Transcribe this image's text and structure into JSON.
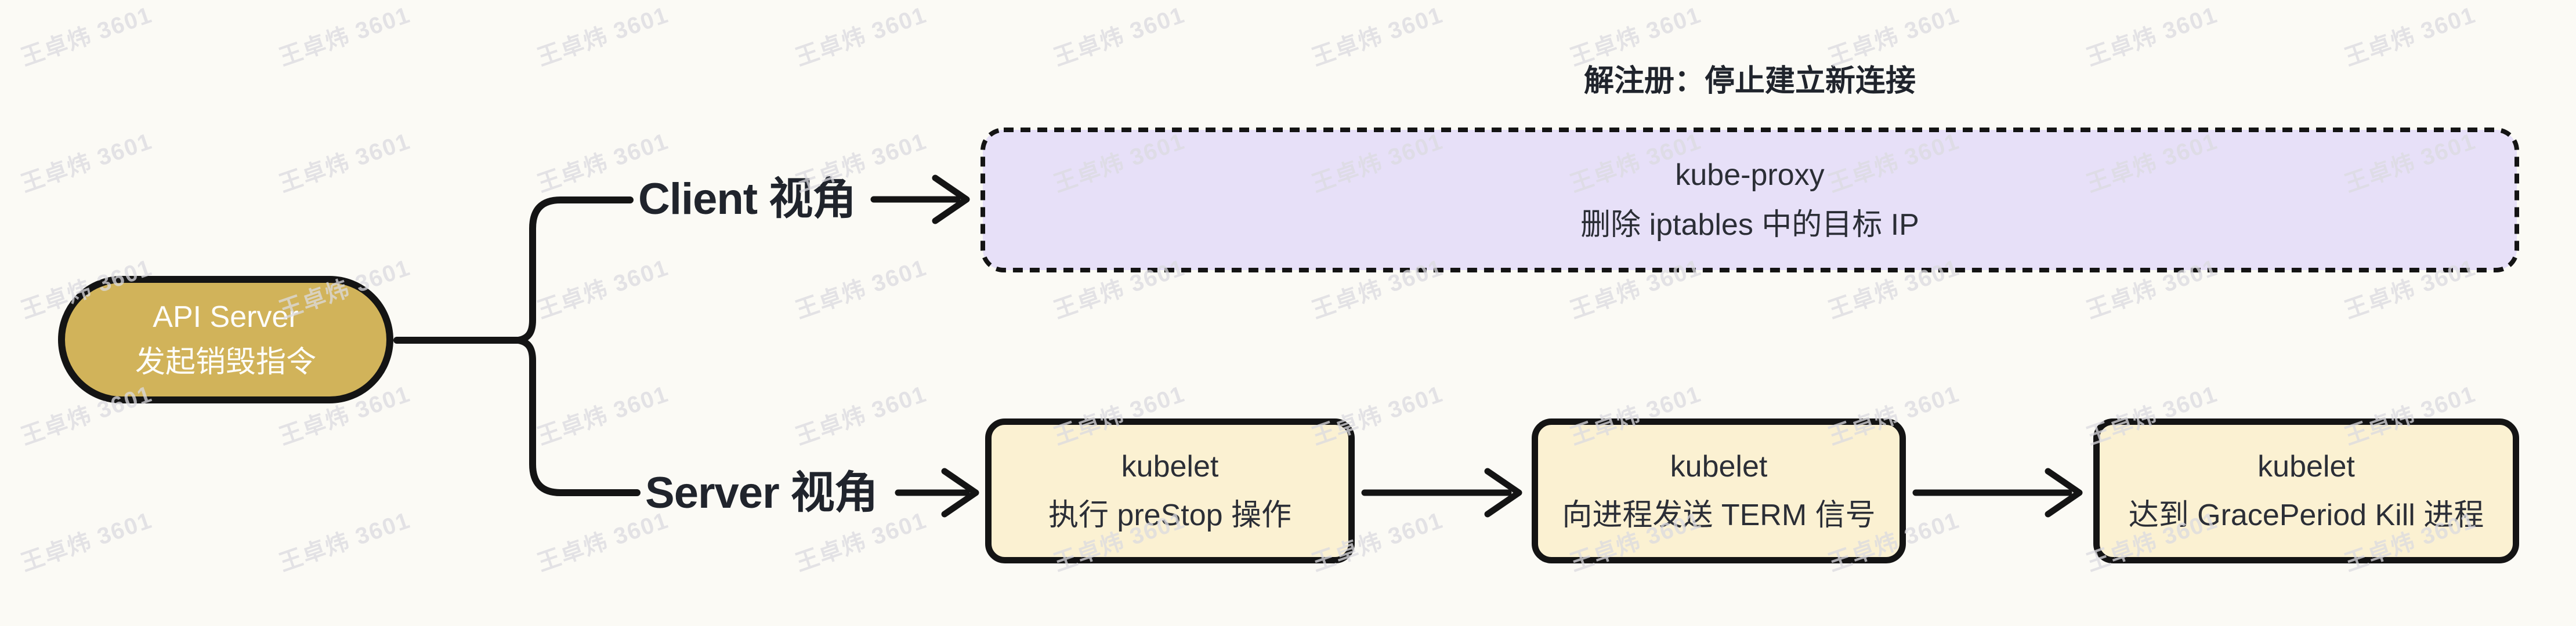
{
  "colors": {
    "background": "#FBFAF5",
    "gold": "#D1B35A",
    "cream": "#FBF1D2",
    "lavender": "#E7E0F8",
    "line": "#141414",
    "label_text": "#20242C",
    "box_text": "#2B2E36",
    "node_text": "#FDFDFA",
    "watermark_color": "#DCDBE0"
  },
  "root": {
    "line1": "API Server",
    "line2": "发起销毁指令"
  },
  "branches": {
    "client": {
      "label": "Client 视角"
    },
    "server": {
      "label": "Server 视角"
    }
  },
  "client_branch": {
    "note": "解注册：停止建立新连接",
    "box": {
      "line1": "kube-proxy",
      "line2": "删除 iptables 中的目标 IP"
    }
  },
  "server_branch": {
    "steps": [
      {
        "line1": "kubelet",
        "line2": "执行 preStop 操作"
      },
      {
        "line1": "kubelet",
        "line2": "向进程发送 TERM 信号"
      },
      {
        "line1": "kubelet",
        "line2": "达到 GracePeriod Kill 进程"
      }
    ]
  },
  "watermark": {
    "text": "王卓炜 3601"
  }
}
